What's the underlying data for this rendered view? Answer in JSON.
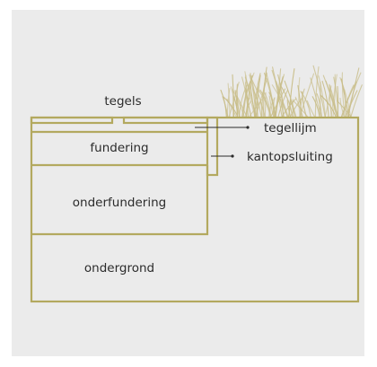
{
  "colors": {
    "background": "#ebebeb",
    "outline": "#b3a95f",
    "text": "#2b2b2b",
    "grass": "#c9be8a",
    "leader": "#2b2b2b"
  },
  "labels": {
    "tegels": "tegels",
    "tegellijm": "tegellijm",
    "fundering": "fundering",
    "kantopsluiting": "kantopsluiting",
    "onderfundering": "onderfundering",
    "ondergrond": "ondergrond"
  }
}
